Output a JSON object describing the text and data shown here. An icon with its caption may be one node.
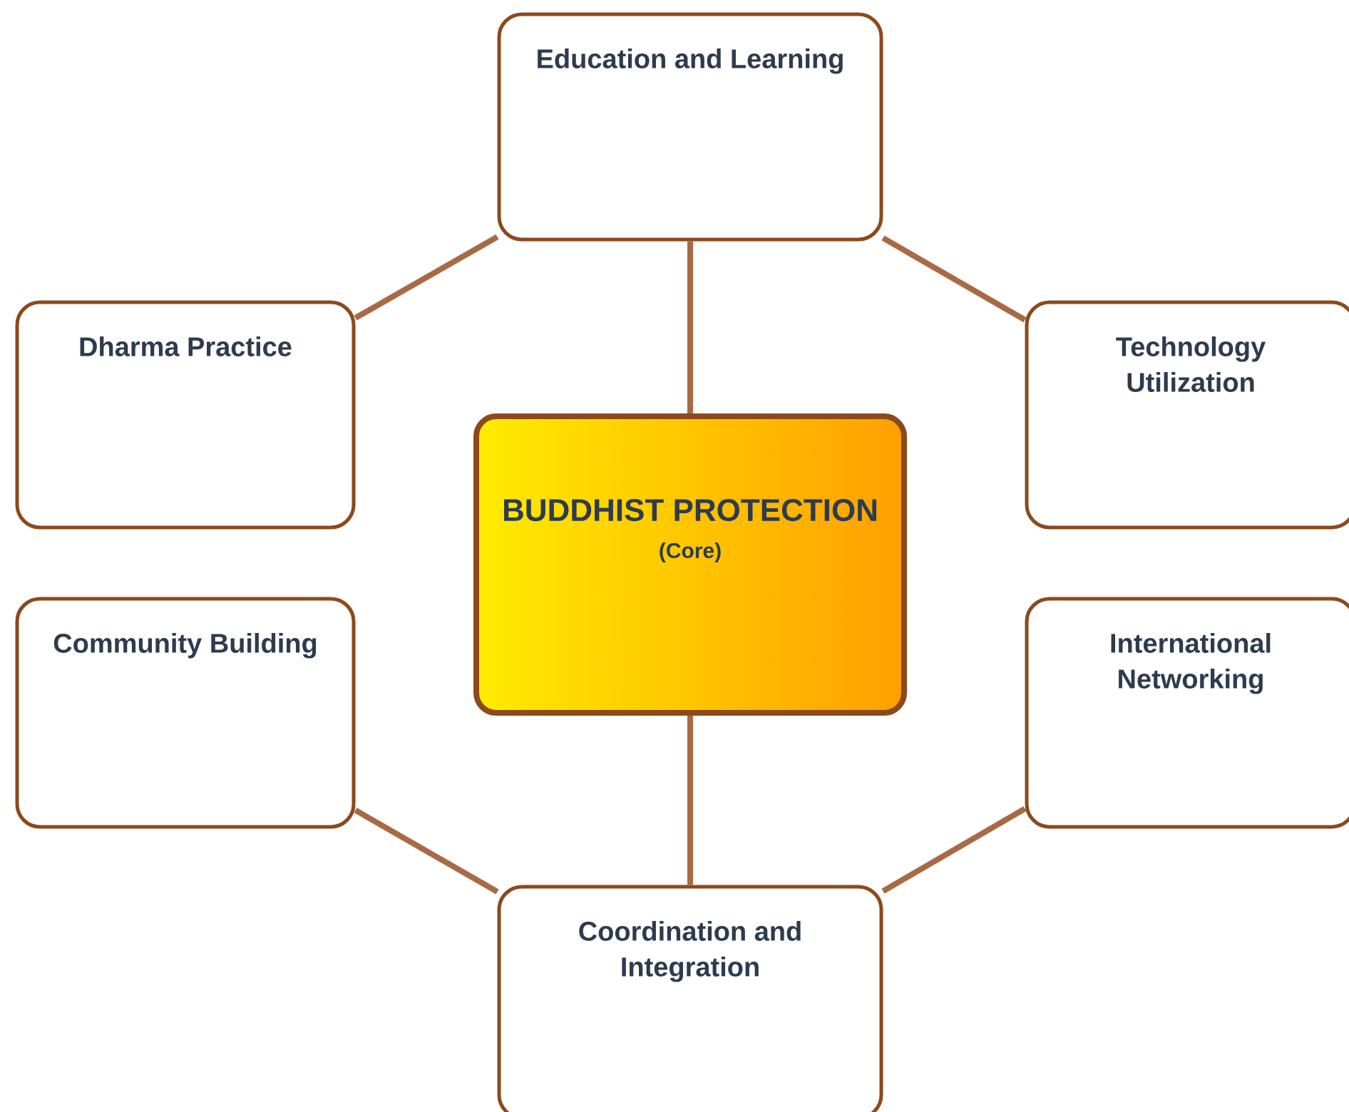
{
  "diagram": {
    "nodes": [
      {
        "text": [
          "Education and Learning"
        ]
      },
      {
        "text": [
          "Dharma Practice"
        ]
      },
      {
        "text": [
          "Technology Utilization"
        ]
      },
      {
        "text": [
          "BUDDHIST PROTECTION",
          "(Core)"
        ]
      },
      {
        "text": [
          "Community Building"
        ]
      },
      {
        "text": [
          "International Networking"
        ]
      },
      {
        "text": [
          "Coordination and Integration"
        ]
      }
    ],
    "edges": [
      {
        "from": 0,
        "to": 3,
        "arrow": "none"
      },
      {
        "from": 0,
        "to": 1,
        "arrow": "none"
      },
      {
        "from": 0,
        "to": 2,
        "arrow": "none"
      },
      {
        "from": 4,
        "to": 6,
        "arrow": "none"
      },
      {
        "from": 3,
        "to": 6,
        "arrow": "none"
      },
      {
        "from": 5,
        "to": 6,
        "arrow": "none"
      }
    ]
  }
}
